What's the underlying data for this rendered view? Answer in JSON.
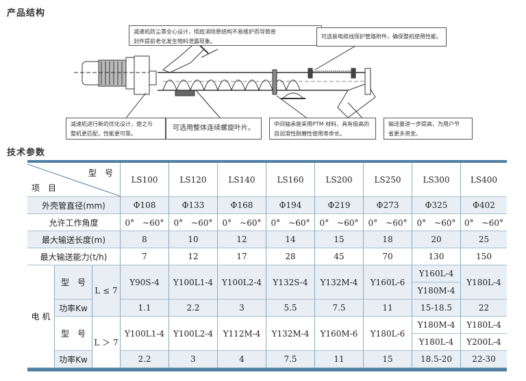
{
  "sections": {
    "structure_title": "产品结构",
    "params_title": "技术参数"
  },
  "diagram": {
    "callouts": [
      {
        "id": "dust-cover",
        "lines": [
          "减速机防尘罩全心设计，彻底消除原结构不易维护而导致密",
          "封件提前老化发生物料泄露现象。"
        ]
      },
      {
        "id": "cable-protection",
        "lines": [
          "可选装电缆线保护管路附件，确保整机使用性能。"
        ]
      },
      {
        "id": "reducer-design",
        "lines": [
          "减速机进行新的优化设计，使之与",
          "整机更匹配，性能更可靠。"
        ]
      },
      {
        "id": "integral-blade",
        "lines": [
          "可选用整体连续螺旋叶片。"
        ]
      },
      {
        "id": "bearing-seat",
        "lines": [
          "中间轴承座采用PTM 材料，具有极高的",
          "自润滑性耐磨性使用寿命长。"
        ]
      },
      {
        "id": "capacity",
        "lines": [
          "输送量进一步提高，为用户节",
          "省更多资金。"
        ]
      }
    ]
  },
  "table": {
    "header": {
      "model_label": "型　号",
      "item_label": "项　目",
      "models": [
        "LS100",
        "LS120",
        "LS140",
        "LS160",
        "LS200",
        "LS250",
        "LS300",
        "LS400"
      ]
    },
    "rows": [
      {
        "label": "外壳管直径(mm)",
        "values": [
          "Φ108",
          "Φ133",
          "Φ168",
          "Φ194",
          "Φ219",
          "Φ273",
          "Φ325",
          "Φ402"
        ]
      },
      {
        "label": "允许工作角度",
        "values": [
          "0°　~60°",
          "0°　~60°",
          "0°　~60°",
          "0°　~60°",
          "0°　~60°",
          "0°　~60°",
          "0°　~60°",
          "0°　~60°"
        ]
      },
      {
        "label": "最大输送长度(m)",
        "values": [
          "8",
          "10",
          "12",
          "14",
          "15",
          "18",
          "20",
          "25"
        ]
      },
      {
        "label": "最大输送能力(t/h)",
        "values": [
          "7",
          "12",
          "17",
          "28",
          "45",
          "70",
          "130",
          "150"
        ]
      }
    ],
    "motor": {
      "label": "电 机",
      "type_label": "型　号",
      "power_label": "功率Kw",
      "short": {
        "condition": "L ≤ 7",
        "types": [
          "Y90S-4",
          "Y100L1-4",
          "Y100L2-4",
          "Y132S-4",
          "Y132M-4",
          "Y160L-6",
          [
            "Y160L-4",
            "Y180M-4"
          ],
          "Y180L-4"
        ],
        "powers": [
          "1.1",
          "2.2",
          "3",
          "5.5",
          "7.5",
          "11",
          "15-18.5",
          "22"
        ]
      },
      "long": {
        "condition": "L ＞ 7",
        "types": [
          "Y100L1-4",
          "Y100L2-4",
          "Y112M-4",
          "Y132M-4",
          "Y160M-6",
          "Y180L-6",
          [
            "Y180M-4",
            "Y180L-4"
          ],
          [
            "Y180L-4",
            "Y200L-4"
          ]
        ],
        "powers": [
          "2.2",
          "3",
          "4",
          "7.5",
          "11",
          "15",
          "18.5-20",
          "22-30"
        ]
      }
    }
  },
  "colors": {
    "bar": "#4f7ea3",
    "shade": "#e8eef4",
    "border": "#8aaac0"
  }
}
